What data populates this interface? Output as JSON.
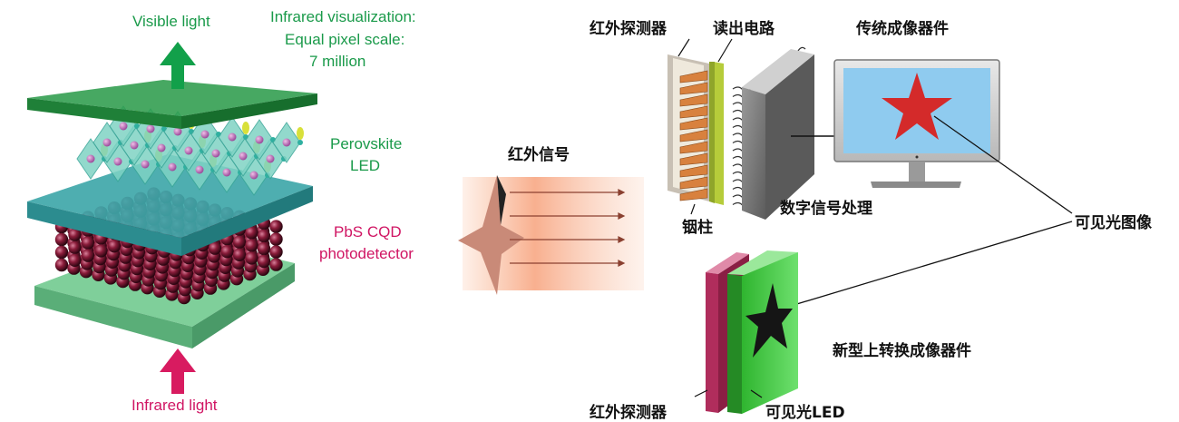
{
  "left": {
    "visible_light": "Visible light",
    "ir_vis_line1": "Infrared visualization:",
    "ir_vis_line2": "Equal pixel scale:",
    "ir_vis_line3": "7 million",
    "perovskite_line1": "Perovskite",
    "perovskite_line2": "LED",
    "pbs_line1": "PbS CQD",
    "pbs_line2": "photodetector",
    "infrared_light": "Infrared light"
  },
  "right": {
    "ir_signal": "红外信号",
    "ir_detector_top": "红外探测器",
    "readout_circuit": "读出电路",
    "traditional_device": "传统成像器件",
    "indium_pillar": "铟柱",
    "digital_processing": "数字信号处理",
    "visible_image": "可见光图像",
    "new_device": "新型上转换成像器件",
    "ir_detector_bottom": "红外探测器",
    "visible_led": "可见光LED"
  },
  "colors": {
    "green_text": "#1a9a4a",
    "pink_text": "#d01563",
    "led_green": "#3cc43c",
    "detector_pink": "#b02d5c",
    "star_red": "#d42a2a",
    "screen_blue": "#88c8ee"
  }
}
